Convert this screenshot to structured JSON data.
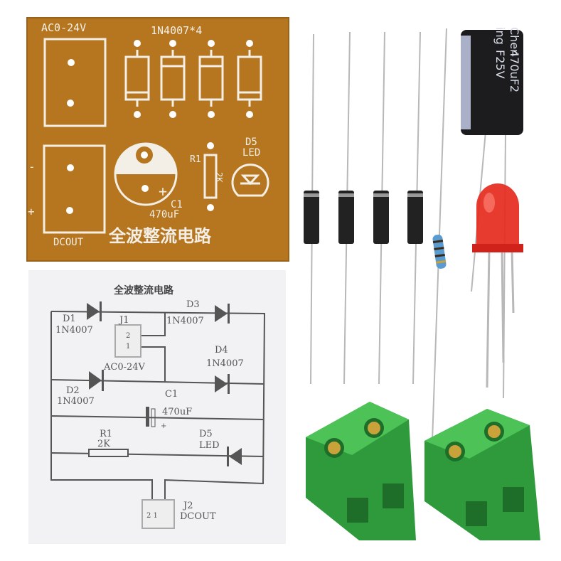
{
  "pcb": {
    "ac_label": "AC0-24V",
    "diode_label": "1N4007*4",
    "r1_label": "R1",
    "r1_value": "2K",
    "d5_label": "D5",
    "led_label": "LED",
    "c1_label": "C1",
    "c1_value": "470uF",
    "minus_mark": "-",
    "plus_mark": "+",
    "cap_plus_mark": "+",
    "dcout_label": "DCOUT",
    "title": "全波整流电路",
    "board_color": "#b5761f"
  },
  "schematic": {
    "title": "全波整流电路",
    "d1": "D1",
    "d1_part": "1N4007",
    "d2": "D2",
    "d2_part": "1N4007",
    "d3": "D3",
    "d3_part": "1N4007",
    "d4": "D4",
    "d4_part": "1N4007",
    "j1": "J1",
    "j1_pin2": "2",
    "j1_pin1": "1",
    "j1_value": "AC0-24V",
    "c1": "C1",
    "c1_value": "470uF",
    "c1_plus": "+",
    "r1": "R1",
    "r1_value": "2K",
    "d5": "D5",
    "d5_value": "LED",
    "j2": "J2",
    "j2_pins": "2 1",
    "j2_value": "DCOUT"
  },
  "capacitor_marking": {
    "brand_partial": "ing",
    "brand_partial2": "Chen",
    "voltage": "F25V",
    "capacitance": "470uF2"
  },
  "colors": {
    "terminal_block": "#2f9a3c",
    "led": "#e52a1e",
    "capacitor": "#1c1c1e",
    "diode": "#222222"
  }
}
